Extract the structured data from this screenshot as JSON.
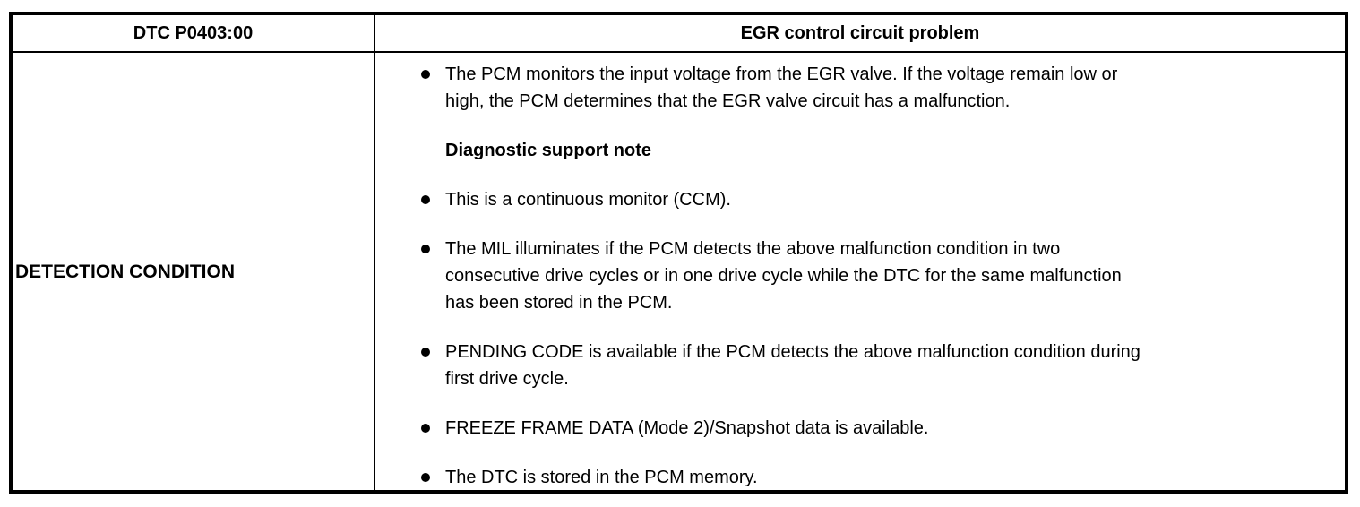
{
  "table": {
    "header": {
      "dtc_code": "DTC P0403:00",
      "description": "EGR control circuit problem"
    },
    "body": {
      "row_label": "DETECTION CONDITION",
      "items": [
        {
          "type": "bullet",
          "text": "The PCM monitors the input voltage from the EGR valve. If the voltage remain low or\nhigh, the PCM determines that the EGR valve circuit has a malfunction."
        },
        {
          "type": "heading",
          "text": "Diagnostic support note"
        },
        {
          "type": "bullet",
          "text": "This is a continuous monitor (CCM)."
        },
        {
          "type": "bullet",
          "text": "The MIL illuminates if the PCM detects the above malfunction condition in two\nconsecutive drive cycles or in one drive cycle while the DTC for the same malfunction\nhas been stored in the PCM."
        },
        {
          "type": "bullet",
          "text": "PENDING CODE is available if the PCM detects the above malfunction condition during\nfirst drive cycle."
        },
        {
          "type": "bullet",
          "text": "FREEZE FRAME DATA (Mode 2)/Snapshot data is available."
        },
        {
          "type": "bullet",
          "text": "The DTC is stored in the PCM memory."
        }
      ]
    },
    "colors": {
      "border": "#000000",
      "text": "#000000",
      "background": "#ffffff"
    }
  }
}
